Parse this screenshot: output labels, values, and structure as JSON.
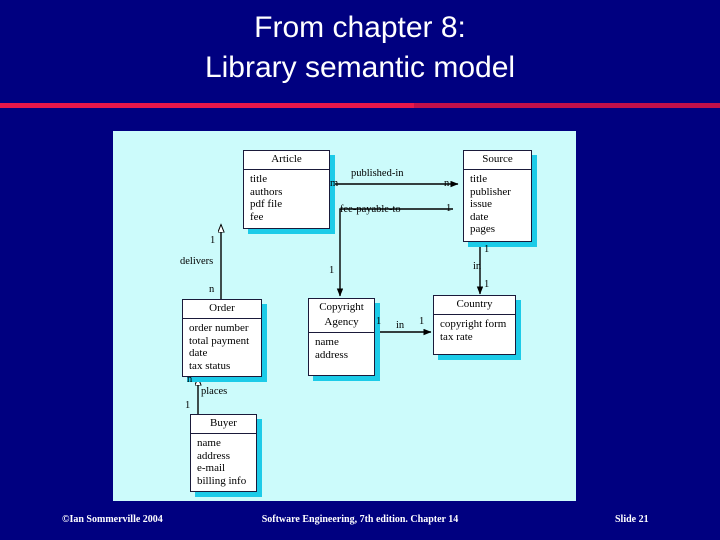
{
  "slide": {
    "title_line_1": "From chapter 8:",
    "title_line_2": "Library semantic model",
    "background_color": "#000080",
    "accent_color": "#e8174a",
    "panel_color": "#ccfbfb",
    "box_shadow_color": "#1ccbe8"
  },
  "diagram": {
    "type": "entity-relationship",
    "entities": [
      {
        "id": "article",
        "name": "Article",
        "attributes": [
          "title",
          "authors",
          "pdf file",
          "fee"
        ]
      },
      {
        "id": "source",
        "name": "Source",
        "attributes": [
          "title",
          "publisher",
          "issue",
          "date",
          "pages"
        ]
      },
      {
        "id": "order",
        "name": "Order",
        "attributes": [
          "order number",
          "total payment",
          "date",
          "tax status"
        ]
      },
      {
        "id": "copyright-agency",
        "name": "Copyright\nAgency",
        "attributes": [
          "name",
          "address"
        ]
      },
      {
        "id": "country",
        "name": "Country",
        "attributes": [
          "copyright form",
          "tax rate"
        ]
      },
      {
        "id": "buyer",
        "name": "Buyer",
        "attributes": [
          "name",
          "address",
          "e-mail",
          "billing info"
        ]
      }
    ],
    "relationships": [
      {
        "id": "published-in",
        "label": "published-in",
        "from": "article",
        "to": "source",
        "from_cardinality": "m",
        "to_cardinality": "n"
      },
      {
        "id": "fee-payable-to",
        "label": "fee-payable-to",
        "from": "source",
        "to": "copyright-agency",
        "from_cardinality": "1",
        "to_cardinality": "1"
      },
      {
        "id": "delivers",
        "label": "delivers",
        "from": "order",
        "to": "article",
        "from_cardinality": "n",
        "to_cardinality": "1"
      },
      {
        "id": "in-source-country",
        "label": "in",
        "from": "source",
        "to": "country",
        "from_cardinality": "1",
        "to_cardinality": "1"
      },
      {
        "id": "in-agency-country",
        "label": "in",
        "from": "copyright-agency",
        "to": "country",
        "from_cardinality": "1",
        "to_cardinality": "1"
      },
      {
        "id": "places",
        "label": "places",
        "from": "buyer",
        "to": "order",
        "from_cardinality": "1",
        "to_cardinality": "n"
      }
    ]
  },
  "footer": {
    "copyright": "©Ian Sommerville 2004",
    "center": "Software Engineering, 7th edition. Chapter 14",
    "slide_number": "Slide  21"
  }
}
